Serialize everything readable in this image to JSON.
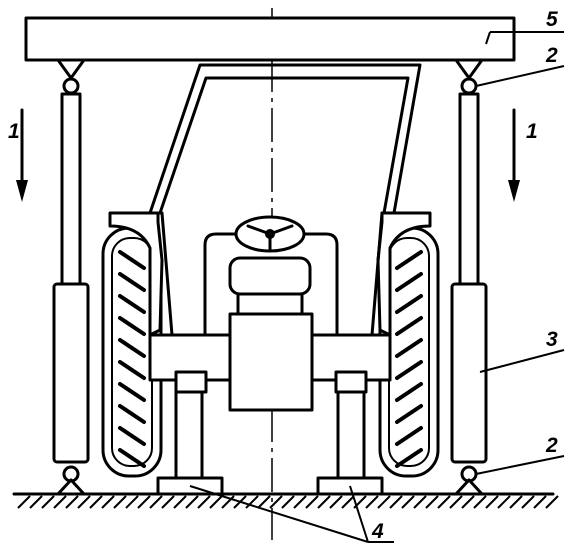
{
  "labels": {
    "arrow_left": "1",
    "arrow_right": "1",
    "pivot_top": "2",
    "pivot_bottom": "2",
    "cylinder": "3",
    "supports": "4",
    "beam": "5"
  }
}
